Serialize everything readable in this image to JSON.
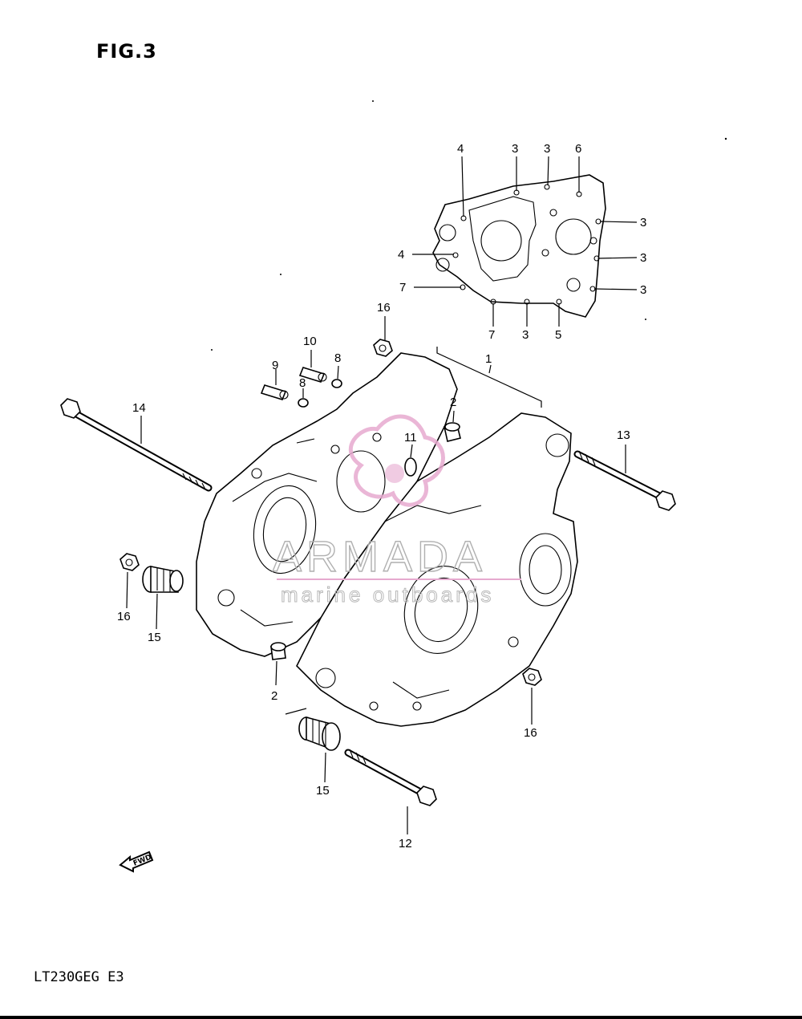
{
  "figure": {
    "title": "FIG.3",
    "model_code": "LT230GEG E3"
  },
  "watermark": {
    "brand": "ARMADA",
    "tagline": "marine outboards",
    "color": "#e6a9cf"
  },
  "fwd_label": "FWD",
  "callouts": [
    {
      "id": "c-4a",
      "text": "4"
    },
    {
      "id": "c-3a",
      "text": "3"
    },
    {
      "id": "c-3b",
      "text": "3"
    },
    {
      "id": "c-6",
      "text": "6"
    },
    {
      "id": "c-3c",
      "text": "3"
    },
    {
      "id": "c-4b",
      "text": "4"
    },
    {
      "id": "c-3d",
      "text": "3"
    },
    {
      "id": "c-7a",
      "text": "7"
    },
    {
      "id": "c-3e",
      "text": "3"
    },
    {
      "id": "c-7b",
      "text": "7"
    },
    {
      "id": "c-3f",
      "text": "3"
    },
    {
      "id": "c-5",
      "text": "5"
    },
    {
      "id": "c-16a",
      "text": "16"
    },
    {
      "id": "c-1",
      "text": "1"
    },
    {
      "id": "c-10",
      "text": "10"
    },
    {
      "id": "c-8a",
      "text": "8"
    },
    {
      "id": "c-9",
      "text": "9"
    },
    {
      "id": "c-8b",
      "text": "8"
    },
    {
      "id": "c-2a",
      "text": "2"
    },
    {
      "id": "c-14",
      "text": "14"
    },
    {
      "id": "c-11",
      "text": "11"
    },
    {
      "id": "c-13",
      "text": "13"
    },
    {
      "id": "c-16b",
      "text": "16"
    },
    {
      "id": "c-15a",
      "text": "15"
    },
    {
      "id": "c-2b",
      "text": "2"
    },
    {
      "id": "c-16c",
      "text": "16"
    },
    {
      "id": "c-15b",
      "text": "15"
    },
    {
      "id": "c-12",
      "text": "12"
    }
  ]
}
